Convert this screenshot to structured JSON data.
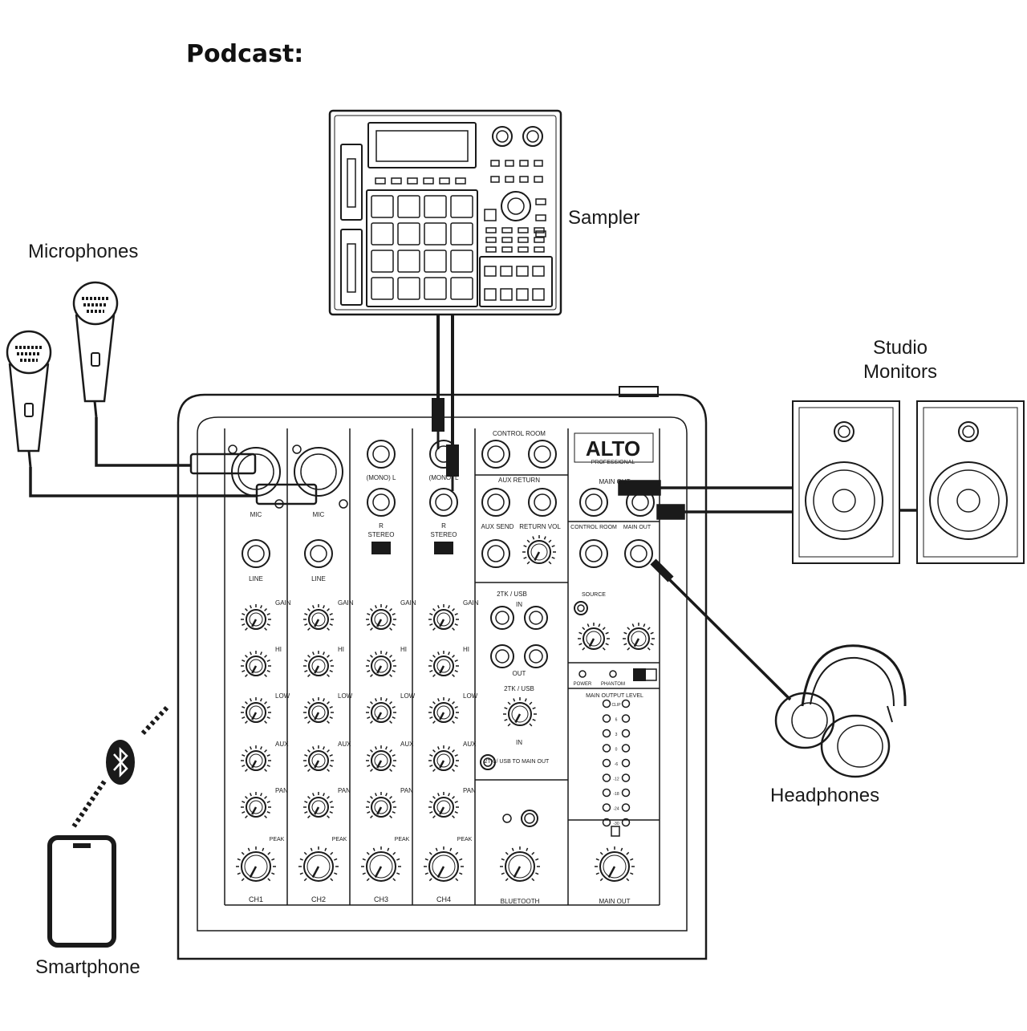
{
  "title": "Podcast:",
  "labels": {
    "sampler": "Sampler",
    "microphones": "Microphones",
    "studio_monitors_line1": "Studio",
    "studio_monitors_line2": "Monitors",
    "headphones": "Headphones",
    "smartphone": "Smartphone"
  },
  "mixer": {
    "brand": "ALTO",
    "brand_sub": "PROFESSIONAL",
    "channels": [
      "CH1",
      "CH2",
      "CH3",
      "CH4"
    ],
    "knob_labels": [
      "GAIN",
      "HI",
      "LOW",
      "AUX",
      "PAN"
    ],
    "mic_label": "MIC",
    "line_label": "LINE",
    "mono_l": "(MONO) L",
    "r_label": "R",
    "stereo_label": "STEREO",
    "peak_label": "PEAK",
    "control_room": "CONTROL ROOM",
    "aux_return": "AUX RETURN",
    "aux_send": "AUX SEND",
    "return_vol": "RETURN VOL",
    "tk_usb_in": "2TK / USB",
    "in_label": "IN",
    "out_label": "OUT",
    "tk_usb": "2TK / USB",
    "tk_to_main": "2TK / USB TO MAIN OUT",
    "bluetooth": "BLUETOOTH",
    "main_out": "MAIN OUT",
    "main_out_top": "MAIN OUT",
    "control_room_small": "CONTROL ROOM",
    "source": "SOURCE",
    "power": "POWER",
    "phantom": "PHANTOM",
    "main_output_level": "MAIN OUTPUT LEVEL",
    "meter_values": [
      "CLIP",
      "6",
      "3",
      "0",
      "-6",
      "-12",
      "-18",
      "-24",
      "-30"
    ]
  }
}
